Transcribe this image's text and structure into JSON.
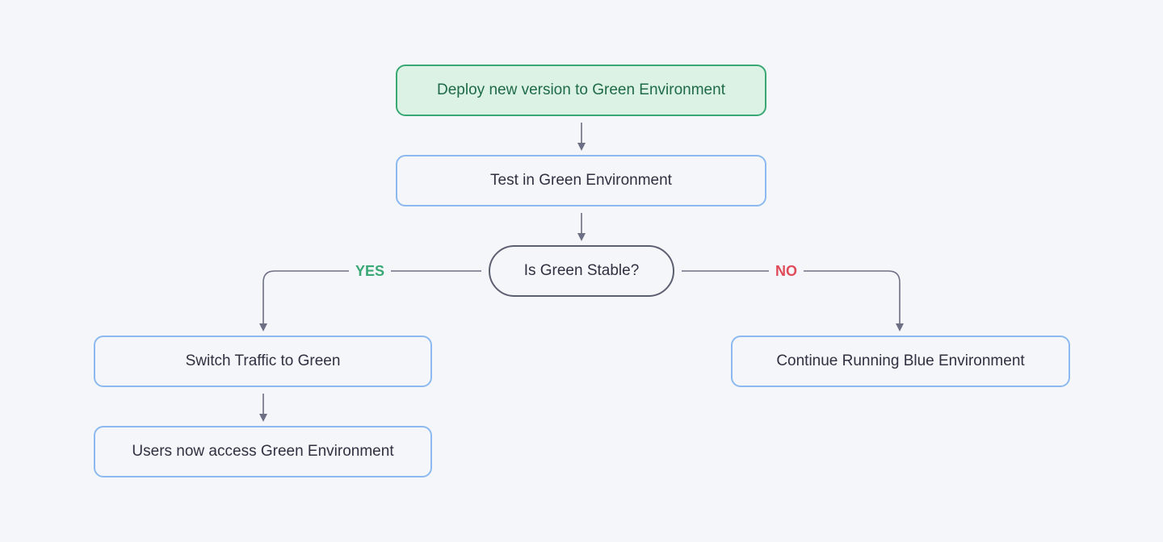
{
  "nodes": {
    "deploy": "Deploy new version to Green Environment",
    "test": "Test in Green Environment",
    "decision": "Is Green Stable?",
    "switch": "Switch Traffic to Green",
    "users": "Users now access Green Environment",
    "continue_blue": "Continue Running Blue Environment"
  },
  "edge_labels": {
    "yes": "YES",
    "no": "NO"
  },
  "colors": {
    "background": "#f4f6fa",
    "start_fill": "#dbf2e4",
    "start_border": "#3aa874",
    "node_border": "#8cb9ef",
    "decision_border": "#5c5f70",
    "connector": "#6d7084",
    "yes_label": "#3aa874",
    "no_label": "#e04b5a"
  }
}
